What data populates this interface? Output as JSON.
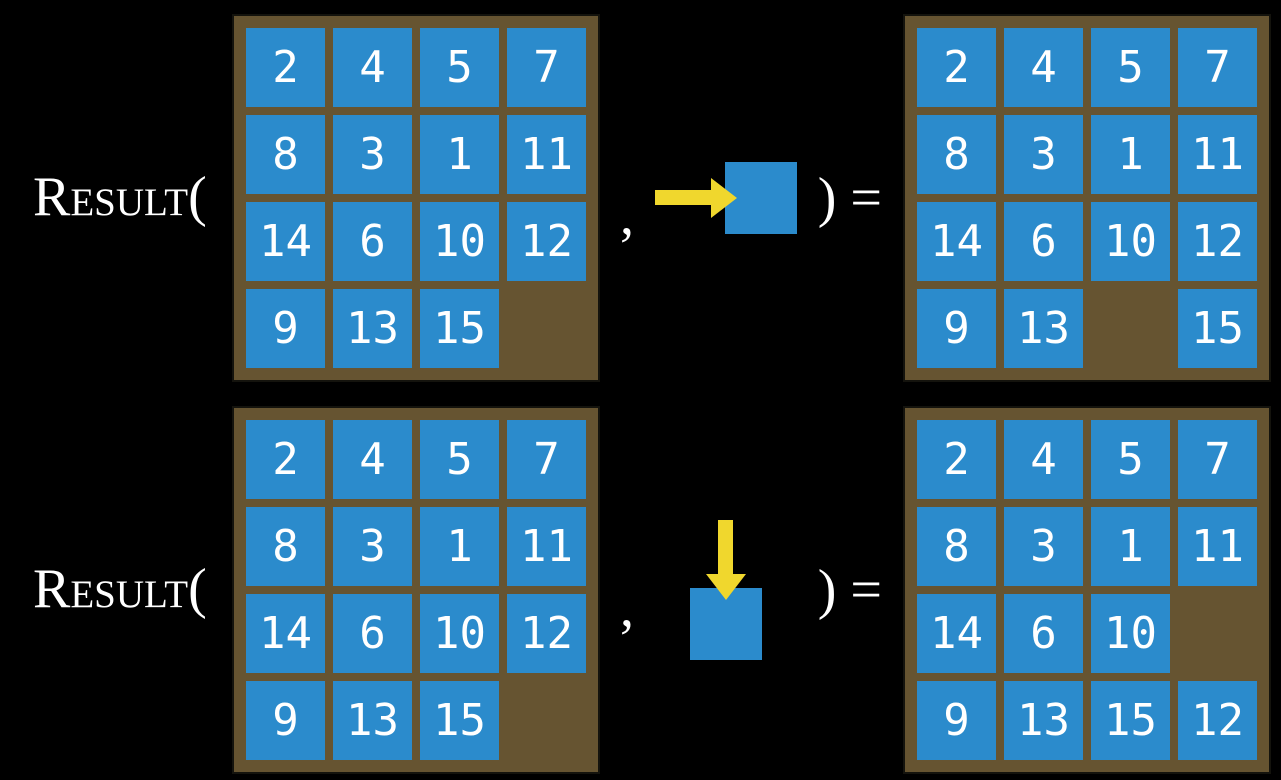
{
  "figure": {
    "background": "#000000",
    "description_colors": {
      "board_frame": "#665431",
      "tile_blue": "#2b8bcc",
      "tile_text": "#ffffff",
      "arrow_yellow": "#f0d72d",
      "label_text": "#ffffff"
    }
  },
  "rows": [
    {
      "label": "Result(",
      "comma": ",",
      "action": {
        "direction": "right",
        "arrow_icon": "right-arrow-icon",
        "operand_icon": "blank-tile-icon"
      },
      "close_paren_equals": ") =",
      "input_board": {
        "cells": [
          "2",
          "4",
          "5",
          "7",
          "8",
          "3",
          "1",
          "11",
          "14",
          "6",
          "10",
          "12",
          "9",
          "13",
          "15",
          ""
        ]
      },
      "result_board": {
        "cells": [
          "2",
          "4",
          "5",
          "7",
          "8",
          "3",
          "1",
          "11",
          "14",
          "6",
          "10",
          "12",
          "9",
          "13",
          "",
          "15"
        ]
      }
    },
    {
      "label": "Result(",
      "comma": ",",
      "action": {
        "direction": "down",
        "arrow_icon": "down-arrow-icon",
        "operand_icon": "blank-tile-icon"
      },
      "close_paren_equals": ") =",
      "input_board": {
        "cells": [
          "2",
          "4",
          "5",
          "7",
          "8",
          "3",
          "1",
          "11",
          "14",
          "6",
          "10",
          "12",
          "9",
          "13",
          "15",
          ""
        ]
      },
      "result_board": {
        "cells": [
          "2",
          "4",
          "5",
          "7",
          "8",
          "3",
          "1",
          "11",
          "14",
          "6",
          "10",
          "",
          "9",
          "13",
          "15",
          "12"
        ]
      }
    }
  ]
}
